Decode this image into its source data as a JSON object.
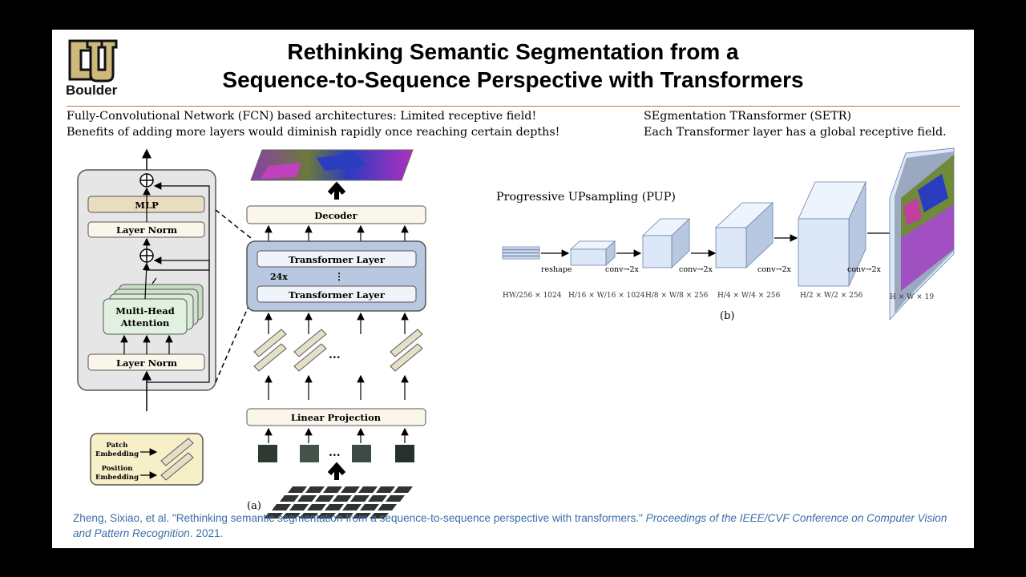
{
  "logo": {
    "text": "Boulder"
  },
  "title": {
    "line1": "Rethinking Semantic Segmentation from a",
    "line2": "Sequence-to-Sequence Perspective with Transformers"
  },
  "left_text": {
    "line1": "Fully-Convolutional Network (FCN) based architectures: Limited receptive field!",
    "line2": "Benefits of adding more layers would diminish rapidly once reaching certain depths!"
  },
  "right_text": {
    "line1": "SEgmentation TRansformer (SETR)",
    "line2": "Each Transformer layer has a global receptive field."
  },
  "figure_a": {
    "mlp": "MLP",
    "layer_norm_top": "Layer Norm",
    "mha_line1": "Multi-Head",
    "mha_line2": "Attention",
    "layer_norm_bottom": "Layer Norm",
    "decoder": "Decoder",
    "transformer_layer_top": "Transformer Layer",
    "repeat": "24x",
    "transformer_layer_bottom": "Transformer Layer",
    "linear_projection": "Linear Projection",
    "legend_patch_1": "Patch",
    "legend_patch_2": "Embedding",
    "legend_position_1": "Position",
    "legend_position_2": "Embedding",
    "ellipsis": "...",
    "caption": "(a)"
  },
  "figure_b": {
    "heading": "Progressive UPsampling (PUP)",
    "reshape": "reshape",
    "conv": "conv→2x",
    "dim_0": "HW/256 × 1024",
    "dim_1": "H/16 × W/16 × 1024",
    "dim_2": "H/8 × W/8 × 256",
    "dim_3": "H/4 × W/4 × 256",
    "dim_4": "H/2 × W/2 × 256",
    "dim_5": "H × W × 19",
    "caption": "(b)"
  },
  "citation": {
    "plain": "Zheng, Sixiao, et al. \"Rethinking semantic segmentation from a sequence-to-sequence perspective with transformers.\" ",
    "italic": "Proceedings of the IEEE/CVF Conference on Computer Vision and Pattern Recognition",
    "tail": ". 2021."
  },
  "colors": {
    "logo_gold": "#cfb87c",
    "rule": "#c0704a",
    "block_cream": "#faf6ea",
    "mlp_fill": "#eadcc0",
    "mha_fill": "#d8ecd6",
    "stack_fill": "#b8c8e0",
    "cube_fill": "#dce8f8",
    "legend_fill": "#f7efc8",
    "citation": "#3a6fa8"
  }
}
